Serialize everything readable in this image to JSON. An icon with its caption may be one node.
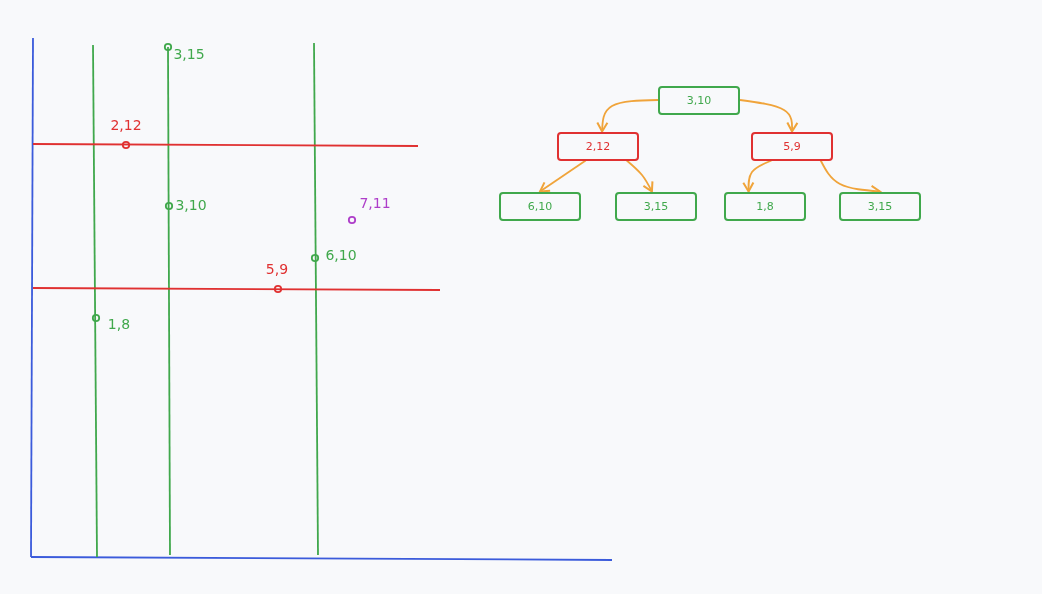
{
  "diagram": {
    "nodes": [
      {
        "text": [
          "3,10"
        ]
      },
      {
        "text": [
          "2,12"
        ]
      },
      {
        "text": [
          "5,9"
        ]
      },
      {
        "text": [
          "6,10"
        ]
      },
      {
        "text": [
          "3,15"
        ]
      },
      {
        "text": [
          "1,8"
        ]
      },
      {
        "text": [
          "3,15"
        ]
      }
    ],
    "edges": [
      {
        "from": 0,
        "to": 1,
        "arrow": "to"
      },
      {
        "from": 0,
        "to": 2,
        "arrow": "to"
      },
      {
        "from": 1,
        "to": 3,
        "arrow": "to"
      },
      {
        "from": 1,
        "to": 4,
        "arrow": "to"
      },
      {
        "from": 2,
        "to": 5,
        "arrow": "to"
      },
      {
        "from": 2,
        "to": 6,
        "arrow": "to"
      }
    ],
    "labels": [
      "3,15",
      "2,12",
      "3,10",
      "7,11",
      "6,10",
      "5,9",
      "1,8"
    ]
  }
}
